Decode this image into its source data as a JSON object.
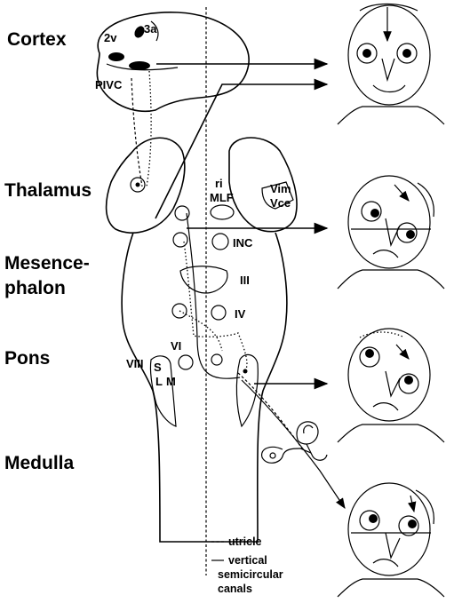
{
  "labels": {
    "cortex": "Cortex",
    "thalamus": "Thalamus",
    "mesencephalon_line1": "Mesence-",
    "mesencephalon_line2": "phalon",
    "pons": "Pons",
    "medulla": "Medulla"
  },
  "structures": {
    "area_2v": "2v",
    "area_3a": "3a",
    "pivc": "PIVC",
    "ri": "ri",
    "mlf": "MLF",
    "vim": "Vim",
    "vce": "Vce",
    "inc": "INC",
    "nucleus_iii": "III",
    "nucleus_iv": "IV",
    "nucleus_vi": "VI",
    "nucleus_viii": "VIII",
    "vestibular_s": "S",
    "vestibular_l": "L",
    "vestibular_m": "M"
  },
  "legend": {
    "utricle": "utricle",
    "vertical_line1": "vertical",
    "vertical_line2": "semicircular",
    "vertical_line3": "canals"
  },
  "colors": {
    "ink": "#000000",
    "background": "#ffffff"
  }
}
